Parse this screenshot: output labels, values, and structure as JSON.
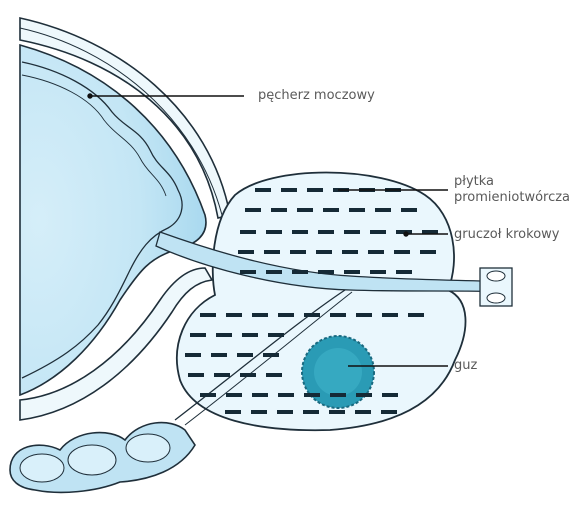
{
  "labels": {
    "bladder": "pęcherz moczowy",
    "seed_line1": "płytka",
    "seed_line2": "promieniotwórcza",
    "prostate": "gruczoł krokowy",
    "tumor": "guz"
  },
  "colors": {
    "outline": "#1f2f3a",
    "bladder_fill": "#bfe3f3",
    "bladder_inner": "#d9f0fa",
    "prostate_fill": "#eaf7fd",
    "tumor_fill": "#2a9bb5",
    "tumor_edge": "#1a6a80",
    "leader_line": "#111111",
    "label_text": "#5a5a5a"
  }
}
